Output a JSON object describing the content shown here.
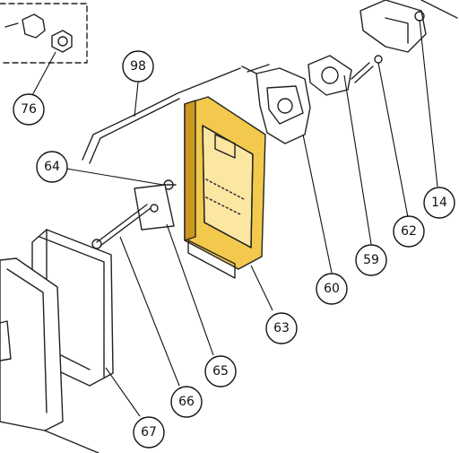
{
  "diagram": {
    "colors": {
      "highlight": "#F2C94C",
      "highlight_dark": "#C99A1E",
      "line": "#222222",
      "paper": "#FFFFFF",
      "hatch": "#D9D9D9"
    },
    "callouts": [
      {
        "id": "98",
        "label": "98"
      },
      {
        "id": "76",
        "label": "76"
      },
      {
        "id": "64",
        "label": "64"
      },
      {
        "id": "14",
        "label": "14"
      },
      {
        "id": "62",
        "label": "62"
      },
      {
        "id": "59",
        "label": "59"
      },
      {
        "id": "60",
        "label": "60"
      },
      {
        "id": "63",
        "label": "63"
      },
      {
        "id": "65",
        "label": "65"
      },
      {
        "id": "66",
        "label": "66"
      },
      {
        "id": "67",
        "label": "67"
      }
    ]
  }
}
